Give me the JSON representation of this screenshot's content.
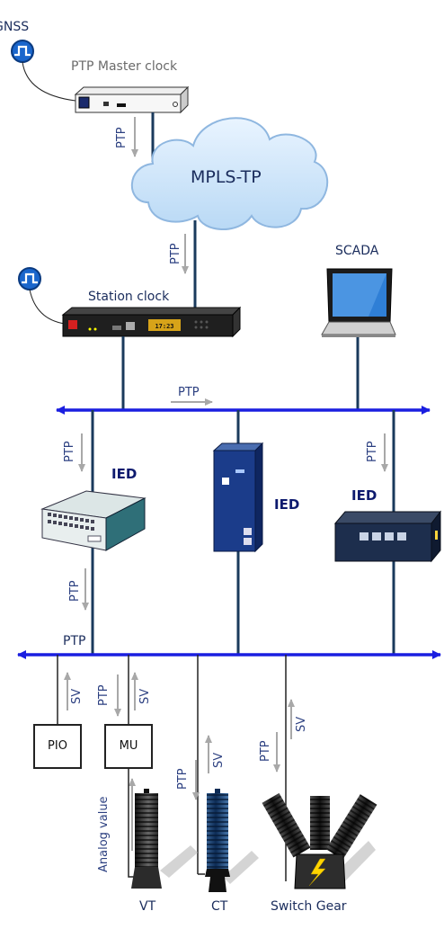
{
  "labels": {
    "gnss": "GNSS",
    "ptp_master_clock": "PTP Master clock",
    "mpls_tp": "MPLS-TP",
    "scada": "SCADA",
    "station_clock": "Station clock",
    "ied": "IED",
    "ptp": "PTP",
    "sv": "SV",
    "pio": "PIO",
    "mu": "MU",
    "analog_value": "Analog value",
    "vt": "VT",
    "ct": "CT",
    "switch_gear": "Switch Gear",
    "station_clock_display": "17:23"
  },
  "colors": {
    "bus": "#1a1ee0",
    "line": "#1a3a5c",
    "arrow": "#a8a8a8",
    "gnss_icon": "#1a66cc",
    "cloud": "#cfe6fb"
  }
}
